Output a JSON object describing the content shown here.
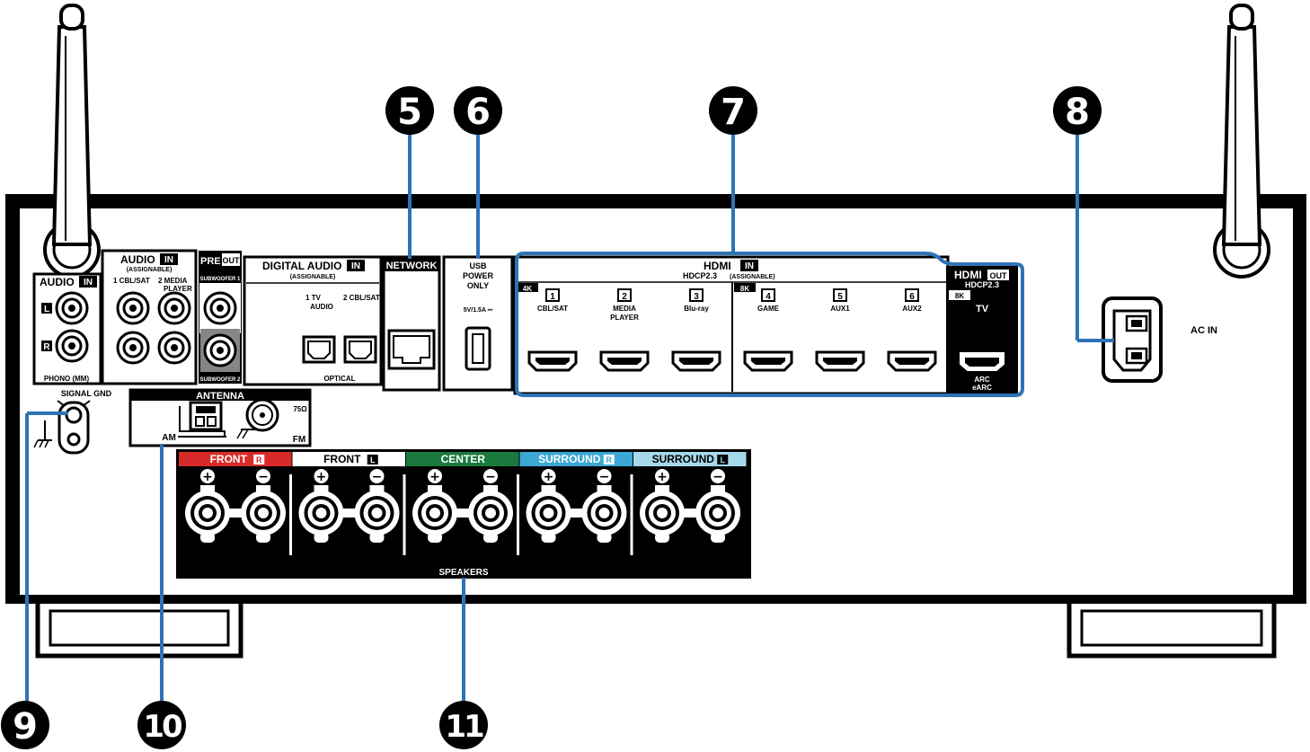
{
  "callouts": {
    "c5": "5",
    "c6": "6",
    "c7": "7",
    "c8": "8",
    "c9": "9",
    "c10": "10",
    "c11": "11"
  },
  "audio_in_phono": {
    "title": "AUDIO",
    "tag": "IN",
    "left": "L",
    "right": "R",
    "bottom": "PHONO (MM)",
    "signal_gnd": "SIGNAL GND"
  },
  "audio_in": {
    "title": "AUDIO",
    "tag": "IN",
    "sub": "(ASSIGNABLE)",
    "input1": "1 CBL/SAT",
    "input2a": "2  MEDIA",
    "input2b": "PLAYER"
  },
  "pre_out": {
    "title": "PRE",
    "tag": "OUT",
    "sub1": "SUBWOOFER 1",
    "sub2": "SUBWOOFER 2"
  },
  "digital_audio": {
    "title": "DIGITAL AUDIO",
    "tag": "IN",
    "sub": "(ASSIGNABLE)",
    "input1a": "1   TV",
    "input1b": "AUDIO",
    "input2": "2 CBL/SAT",
    "bottom": "OPTICAL"
  },
  "network": {
    "label": "NETWORK"
  },
  "usb": {
    "l1": "USB",
    "l2": "POWER",
    "l3": "ONLY",
    "rating": "5V/1.5A ⎓"
  },
  "hdmi_in": {
    "title": "HDMI",
    "tag": "IN",
    "sub1": "HDCP2.3",
    "sub2": "(ASSIGNABLE)",
    "badge4k": "4K",
    "badge8k": "8K",
    "ports": [
      {
        "num": "1",
        "name": "CBL/SAT",
        "name2": ""
      },
      {
        "num": "2",
        "name": "MEDIA",
        "name2": "PLAYER"
      },
      {
        "num": "3",
        "name": "Blu-ray",
        "name2": ""
      },
      {
        "num": "4",
        "name": "GAME",
        "name2": ""
      },
      {
        "num": "5",
        "name": "AUX1",
        "name2": ""
      },
      {
        "num": "6",
        "name": "AUX2",
        "name2": ""
      }
    ]
  },
  "hdmi_out": {
    "title": "HDMI",
    "tag": "OUT",
    "sub": "HDCP2.3",
    "badge8k": "8K",
    "name": "TV",
    "arc1": "ARC",
    "arc2": "eARC"
  },
  "ac_in": {
    "label": "AC IN"
  },
  "antenna": {
    "title": "ANTENNA",
    "am": "AM",
    "fm": "FM",
    "ohm": "75Ω"
  },
  "speakers": {
    "title": "SPEAKERS",
    "plus": "+",
    "minus": "−",
    "channels": [
      {
        "label": "FRONT",
        "tag": "R",
        "color": "#d92a2a",
        "text": "#ffffff"
      },
      {
        "label": "FRONT",
        "tag": "L",
        "color": "#ffffff",
        "text": "#000000"
      },
      {
        "label": "CENTER",
        "tag": "",
        "color": "#1a7a3e",
        "text": "#ffffff"
      },
      {
        "label": "SURROUND",
        "tag": "R",
        "color": "#3aa7d4",
        "text": "#ffffff"
      },
      {
        "label": "SURROUND",
        "tag": "L",
        "color": "#a6d8ec",
        "text": "#000000"
      }
    ]
  },
  "colors": {
    "callout_line": "#2e74b5",
    "panel_black": "#000000"
  }
}
